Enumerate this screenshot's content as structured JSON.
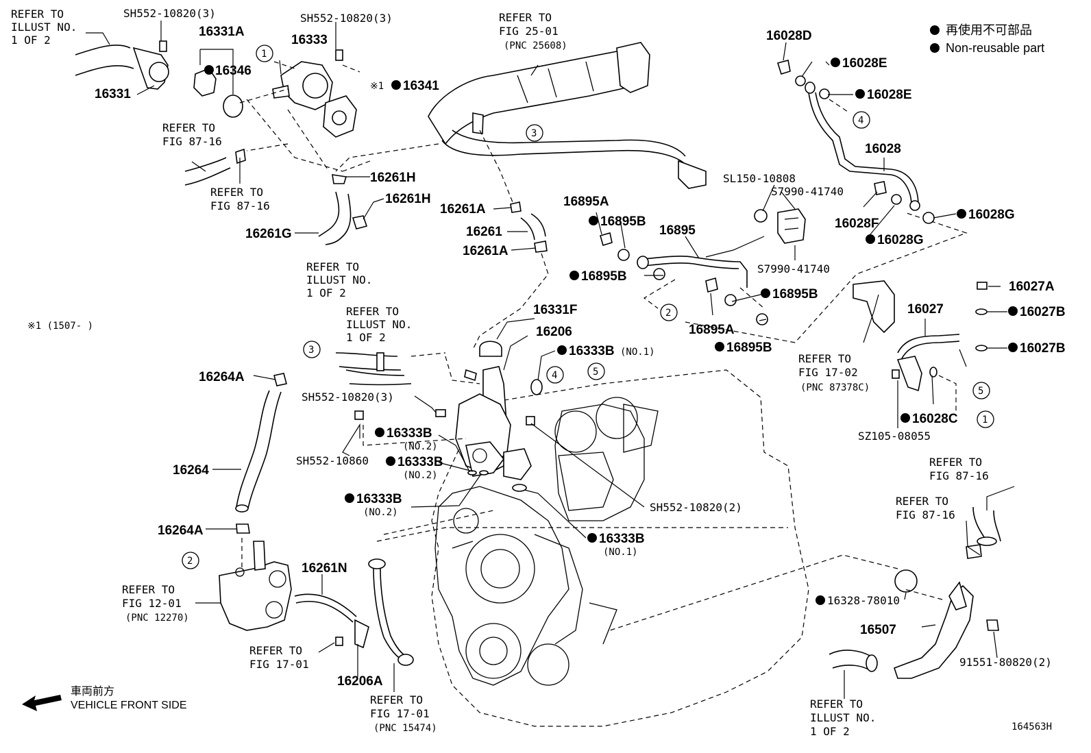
{
  "legend": {
    "non_reusable_jp": "再使用不可部品",
    "non_reusable_en": "Non-reusable part"
  },
  "front": {
    "jp": "車両前方",
    "en": "VEHICLE FRONT SIDE"
  },
  "diagram_id": "164563H",
  "footnote": "※1 (1507-      )",
  "callouts": [
    {
      "id": "c1a",
      "text": "1"
    },
    {
      "id": "c1b",
      "text": "1"
    },
    {
      "id": "c2a",
      "text": "2"
    },
    {
      "id": "c2b",
      "text": "2"
    },
    {
      "id": "c3a",
      "text": "3"
    },
    {
      "id": "c3b",
      "text": "3"
    },
    {
      "id": "c4a",
      "text": "4"
    },
    {
      "id": "c4b",
      "text": "4"
    },
    {
      "id": "c5a",
      "text": "5"
    },
    {
      "id": "c5b",
      "text": "5"
    }
  ],
  "labels": {
    "ref_illust_tl": [
      "REFER TO",
      "ILLUST NO.",
      "1 OF 2"
    ],
    "sh552_3_a": "SH552-10820(3)",
    "p16331A": "16331A",
    "p16331": "16331",
    "p16346": "16346",
    "p16333": "16333",
    "sh552_3_b": "SH552-10820(3)",
    "p16341": "16341",
    "mark1": "※1",
    "ref_fig8716_a": [
      "REFER TO",
      "FIG 87-16"
    ],
    "ref_fig8716_b": [
      "REFER TO",
      "FIG 87-16"
    ],
    "p16261H_a": "16261H",
    "p16261H_b": "16261H",
    "p16261G": "16261G",
    "ref_fig2501": [
      "REFER TO",
      "FIG 25-01",
      "(PNC 25608)"
    ],
    "p16261A_a": "16261A",
    "p16261": "16261",
    "p16261A_b": "16261A",
    "p16028D": "16028D",
    "p16028E_a": "16028E",
    "p16028E_b": "16028E",
    "p16028": "16028",
    "p16028F": "16028F",
    "p16028G_a": "16028G",
    "p16028G_b": "16028G",
    "sl150": "SL150-10808",
    "s7990_a": "S7990-41740",
    "s7990_b": "S7990-41740",
    "p16895A_a": "16895A",
    "p16895B_a": "16895B",
    "p16895": "16895",
    "p16895B_b": "16895B",
    "p16895B_c": "16895B",
    "p16895A_b": "16895A",
    "p16895B_d": "16895B",
    "ref_illust_mid": [
      "REFER TO",
      "ILLUST NO.",
      "1 OF 2"
    ],
    "ref_illust_mid2": [
      "REFER TO",
      "ILLUST NO.",
      "1 OF 2"
    ],
    "p16331F": "16331F",
    "p16206": "16206",
    "p16333B_1a": "16333B",
    "no1_a": "(NO.1)",
    "p16264A_a": "16264A",
    "sh552_3_c": "SH552-10820(3)",
    "p16333B_2a": "16333B",
    "no2_a": "(NO.2)",
    "sh552_10860": "SH552-10860",
    "p16333B_2b": "16333B",
    "no2_b": "(NO.2)",
    "p16264": "16264",
    "p16333B_2c": "16333B",
    "no2_c": "(NO.2)",
    "sh552_2": "SH552-10820(2)",
    "p16333B_1b": "16333B",
    "no1_b": "(NO.1)",
    "p16264A_b": "16264A",
    "ref_fig1201": [
      "REFER TO",
      "FIG 12-01",
      "(PNC 12270)"
    ],
    "p16261N": "16261N",
    "ref_fig1701_a": [
      "REFER TO",
      "FIG 17-01"
    ],
    "p16206A": "16206A",
    "ref_fig1701_b": [
      "REFER TO",
      "FIG 17-01",
      "(PNC 15474)"
    ],
    "ref_fig1702": [
      "REFER TO",
      "FIG 17-02",
      "(PNC 87378C)"
    ],
    "p16027A": "16027A",
    "p16027": "16027",
    "p16027B_a": "16027B",
    "p16027B_b": "16027B",
    "p16028C": "16028C",
    "sz105": "SZ105-08055",
    "ref_fig8716_c": [
      "REFER TO",
      "FIG 87-16"
    ],
    "ref_fig8716_d": [
      "REFER TO",
      "FIG 87-16"
    ],
    "p16328": "16328-78010",
    "p16507": "16507",
    "p91551": "91551-80820(2)",
    "ref_illust_br": [
      "REFER TO",
      "ILLUST NO.",
      "1 OF 2"
    ]
  }
}
